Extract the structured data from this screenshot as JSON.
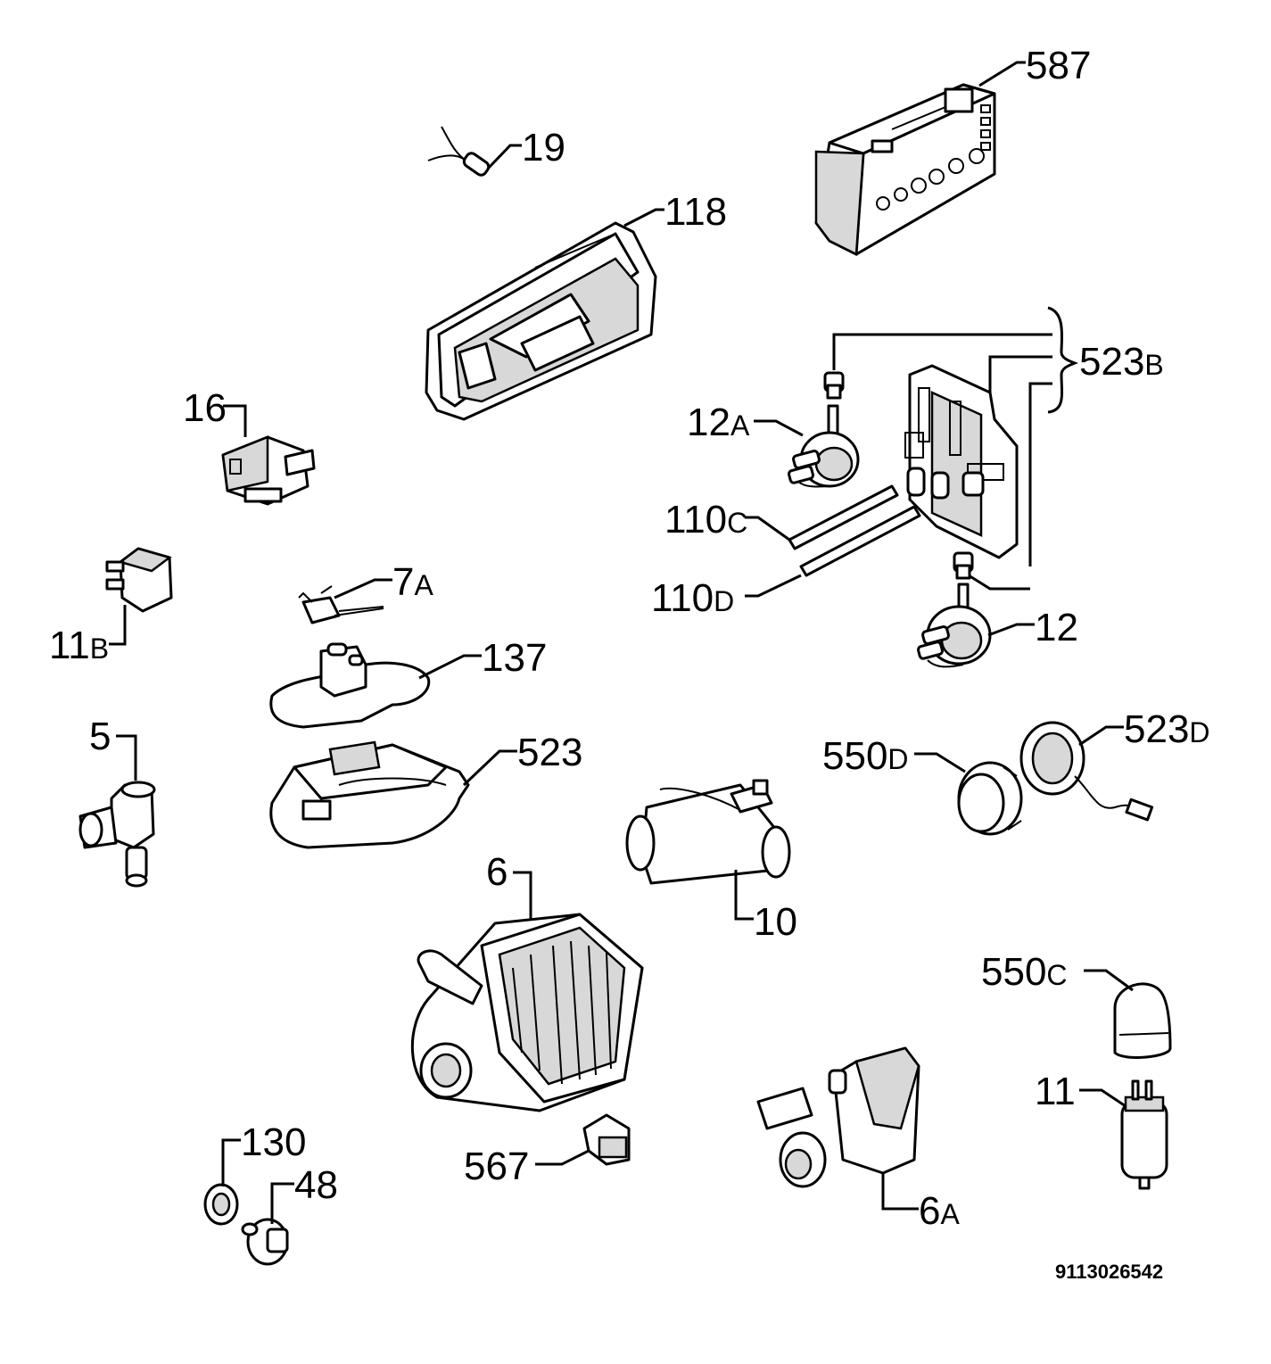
{
  "document_number": "9113026542",
  "callouts": [
    {
      "id": "587",
      "num": "587",
      "suffix": ""
    },
    {
      "id": "19",
      "num": "19",
      "suffix": ""
    },
    {
      "id": "118",
      "num": "118",
      "suffix": ""
    },
    {
      "id": "523b",
      "num": "523",
      "suffix": "B"
    },
    {
      "id": "16",
      "num": "16",
      "suffix": ""
    },
    {
      "id": "12a",
      "num": "12",
      "suffix": "A"
    },
    {
      "id": "110c",
      "num": "110",
      "suffix": "C"
    },
    {
      "id": "110d",
      "num": "110",
      "suffix": "D"
    },
    {
      "id": "12",
      "num": "12",
      "suffix": ""
    },
    {
      "id": "7a",
      "num": "7",
      "suffix": "A"
    },
    {
      "id": "11b",
      "num": "11",
      "suffix": "B"
    },
    {
      "id": "137",
      "num": "137",
      "suffix": ""
    },
    {
      "id": "5",
      "num": "5",
      "suffix": ""
    },
    {
      "id": "523",
      "num": "523",
      "suffix": ""
    },
    {
      "id": "550d",
      "num": "550",
      "suffix": "D"
    },
    {
      "id": "523d",
      "num": "523",
      "suffix": "D"
    },
    {
      "id": "6",
      "num": "6",
      "suffix": ""
    },
    {
      "id": "10",
      "num": "10",
      "suffix": ""
    },
    {
      "id": "550c",
      "num": "550",
      "suffix": "C"
    },
    {
      "id": "11",
      "num": "11",
      "suffix": ""
    },
    {
      "id": "130",
      "num": "130",
      "suffix": ""
    },
    {
      "id": "48",
      "num": "48",
      "suffix": ""
    },
    {
      "id": "567",
      "num": "567",
      "suffix": ""
    },
    {
      "id": "6a",
      "num": "6",
      "suffix": "A"
    }
  ]
}
